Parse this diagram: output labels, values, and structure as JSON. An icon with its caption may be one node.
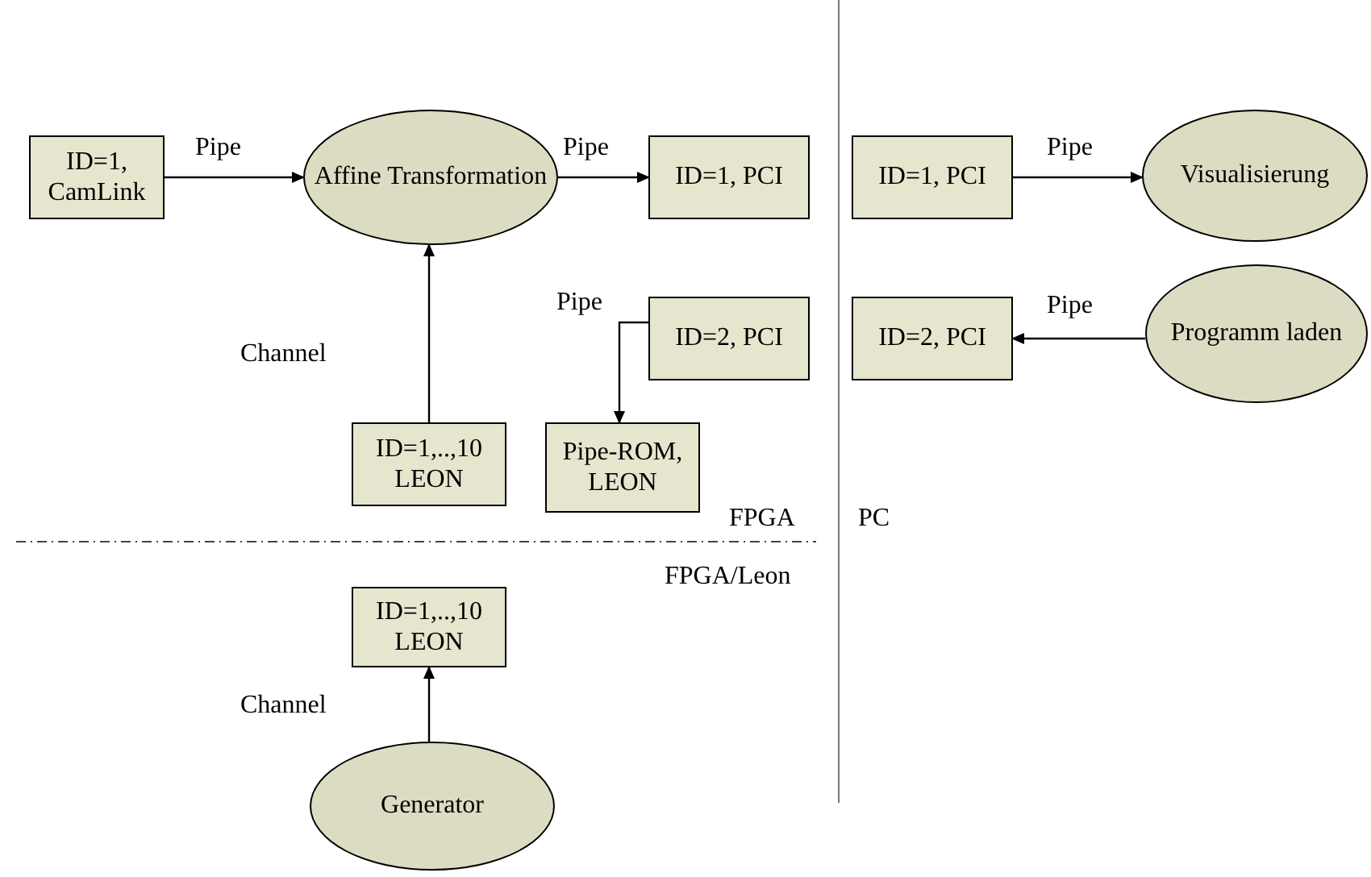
{
  "diagram": {
    "nodes": [
      {
        "text": [
          "ID=1, CamLink"
        ]
      },
      {
        "text": [
          "Affine Transformation"
        ]
      },
      {
        "text": [
          "ID=1, PCI"
        ]
      },
      {
        "text": [
          "ID=2, PCI"
        ]
      },
      {
        "text": [
          "ID=1,..,10 LEON"
        ]
      },
      {
        "text": [
          "Pipe-ROM, LEON"
        ]
      },
      {
        "text": [
          "ID=1, PCI"
        ]
      },
      {
        "text": [
          "Visualisierung"
        ]
      },
      {
        "text": [
          "ID=2, PCI"
        ]
      },
      {
        "text": [
          "Programm laden"
        ]
      },
      {
        "text": [
          "ID=1,..,10 LEON"
        ]
      },
      {
        "text": [
          "Generator"
        ]
      }
    ],
    "edges": [
      {
        "from": 0,
        "to": 1,
        "arrow": "to",
        "label": "Pipe"
      },
      {
        "from": 1,
        "to": 2,
        "arrow": "to",
        "label": "Pipe"
      },
      {
        "from": 4,
        "to": 1,
        "arrow": "to",
        "label": "Channel"
      },
      {
        "from": 3,
        "to": 5,
        "arrow": "to",
        "label": "Pipe"
      },
      {
        "from": 6,
        "to": 7,
        "arrow": "to",
        "label": "Pipe"
      },
      {
        "from": 9,
        "to": 8,
        "arrow": "to",
        "label": "Pipe"
      },
      {
        "from": 11,
        "to": 10,
        "arrow": "to",
        "label": "Channel"
      }
    ],
    "labels": [
      "FPGA",
      "PC",
      "FPGA/Leon"
    ]
  }
}
